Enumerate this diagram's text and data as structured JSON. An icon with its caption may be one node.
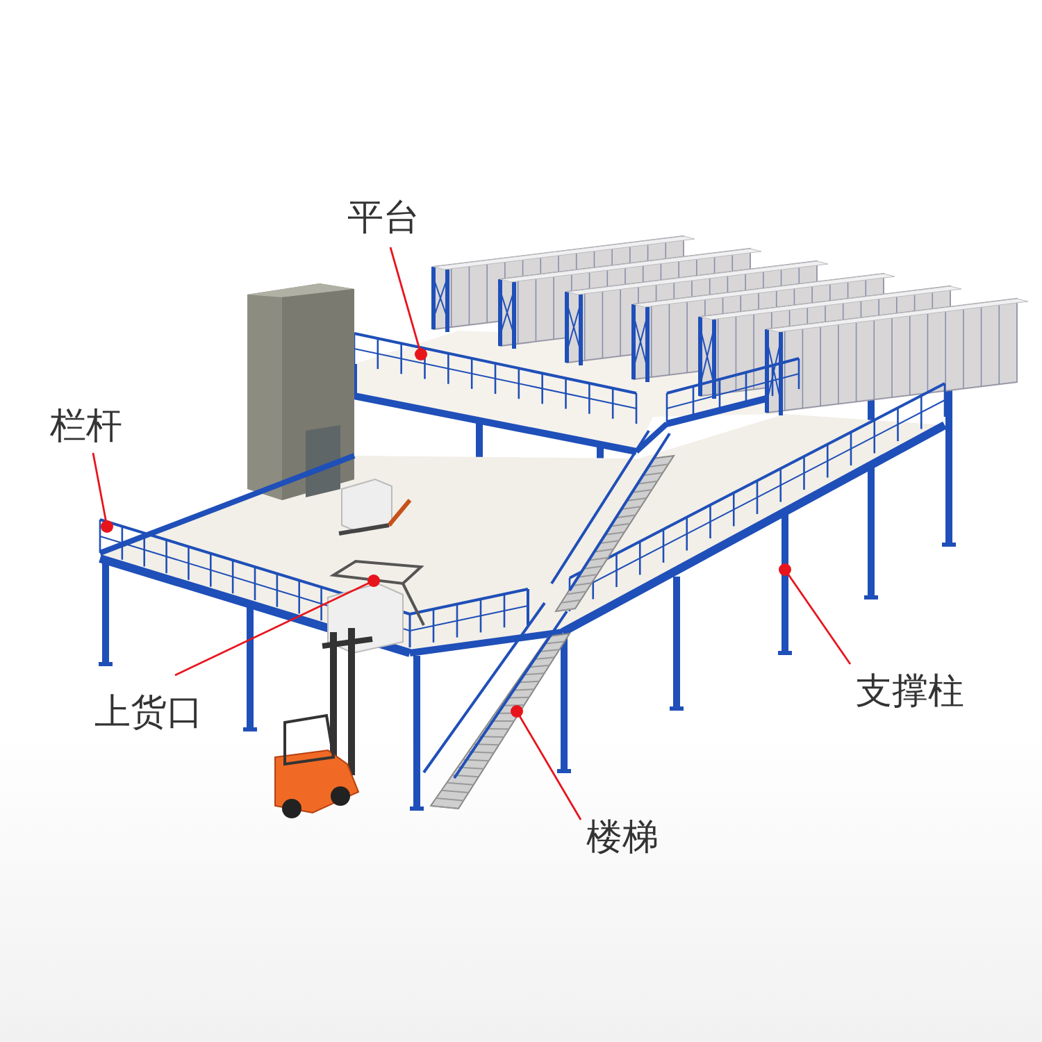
{
  "diagram": {
    "nodes": [
      {
        "text": [
          "平台"
        ]
      },
      {
        "text": [
          "栏杆"
        ]
      },
      {
        "text": [
          "上货口"
        ]
      },
      {
        "text": [
          "支撑柱"
        ]
      },
      {
        "text": [
          "楼梯"
        ]
      }
    ],
    "edges": [
      {
        "from": 0,
        "to": null,
        "arrow": "other"
      },
      {
        "from": 1,
        "to": null,
        "arrow": "other"
      },
      {
        "from": 2,
        "to": null,
        "arrow": "other"
      },
      {
        "from": 3,
        "to": null,
        "arrow": "other"
      },
      {
        "from": 4,
        "to": null,
        "arrow": "other"
      }
    ]
  }
}
